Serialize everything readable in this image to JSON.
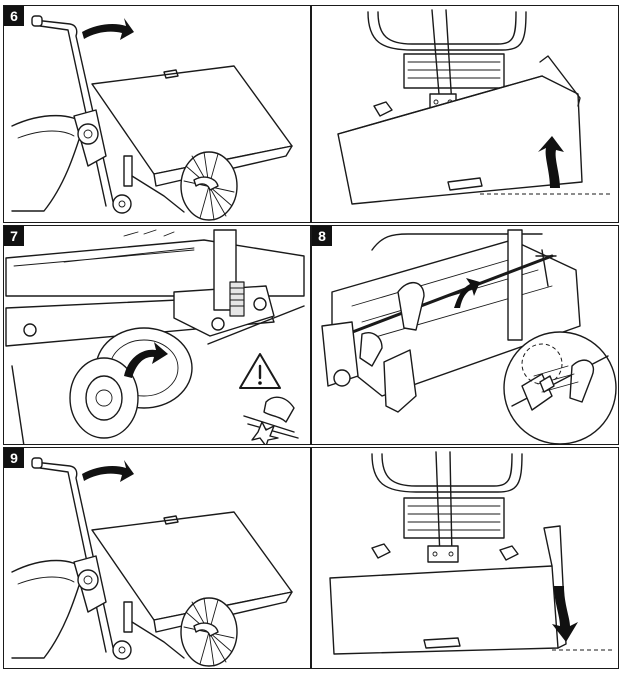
{
  "steps": {
    "step6": "6",
    "step7": "7",
    "step8": "8",
    "step9": "9"
  },
  "icons": {
    "warning": "warning-triangle-icon",
    "pinch": "hand-pinch-hazard-icon"
  },
  "colors": {
    "ink": "#1a1a1a",
    "badge": "#111111",
    "background": "#ffffff"
  }
}
